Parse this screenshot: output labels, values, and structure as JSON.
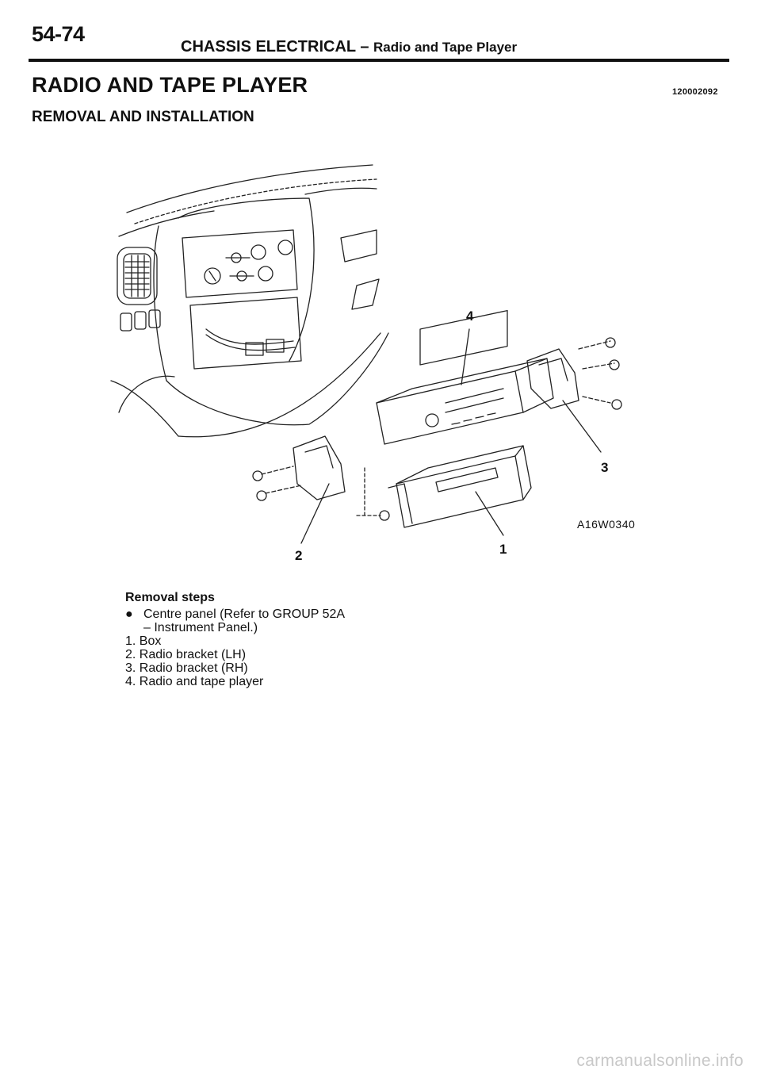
{
  "header": {
    "page_number": "54-74",
    "section": "CHASSIS ELECTRICAL",
    "separator": " – ",
    "subsection": "Radio and Tape Player"
  },
  "title": "RADIO AND TAPE PLAYER",
  "doc_code": "120002092",
  "subtitle": "REMOVAL AND INSTALLATION",
  "figure": {
    "code": "A16W0340",
    "callouts": [
      "1",
      "2",
      "3",
      "4"
    ]
  },
  "steps": {
    "heading": "Removal steps",
    "bullet": "●",
    "prerequisite_line1": "Centre panel (Refer to GROUP 52A",
    "prerequisite_line2": "– Instrument Panel.)",
    "items": [
      "1. Box",
      "2. Radio bracket (LH)",
      "3. Radio bracket (RH)",
      "4. Radio and tape player"
    ]
  },
  "watermark": "carmanualsonline.info"
}
